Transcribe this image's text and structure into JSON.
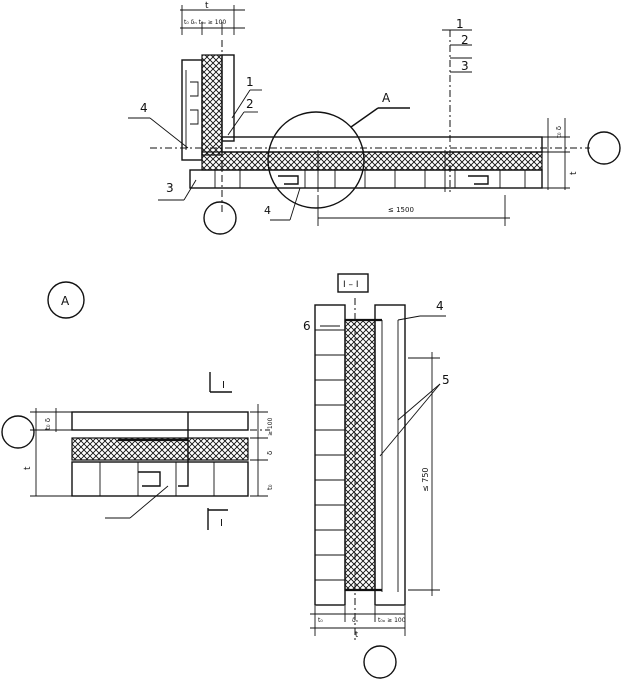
{
  "main_view": {
    "dim_top": "t",
    "dim_top_parts": "t₀  δₙ  t₀ₒ ≥ 100",
    "dim_right": "t₀ δ",
    "dim_right_total": "t",
    "dim_bottom": "≤ 1500",
    "callout_1": "1",
    "callout_2": "2",
    "callout_3": "3",
    "callout_4": "4",
    "callout_4_bottom": "4",
    "detail_marker": "A",
    "stack_1": "1",
    "stack_2": "2",
    "stack_3": "3"
  },
  "detail_a": {
    "title": "A",
    "section_mark": "I",
    "dim_1": "t₀ δ",
    "dim_2": "≥ 100",
    "dim_3": "δ",
    "dim_4": "t₀",
    "dim_total": "t"
  },
  "section_i": {
    "title": "I – I",
    "callout_4": "4",
    "callout_5": "5",
    "callout_6": "6",
    "dim_vertical": "≤ 750",
    "dim_b1": "t₀",
    "dim_b2": "δₙ",
    "dim_b3": "t₀ₒ ≥ 100",
    "dim_total": "t"
  }
}
